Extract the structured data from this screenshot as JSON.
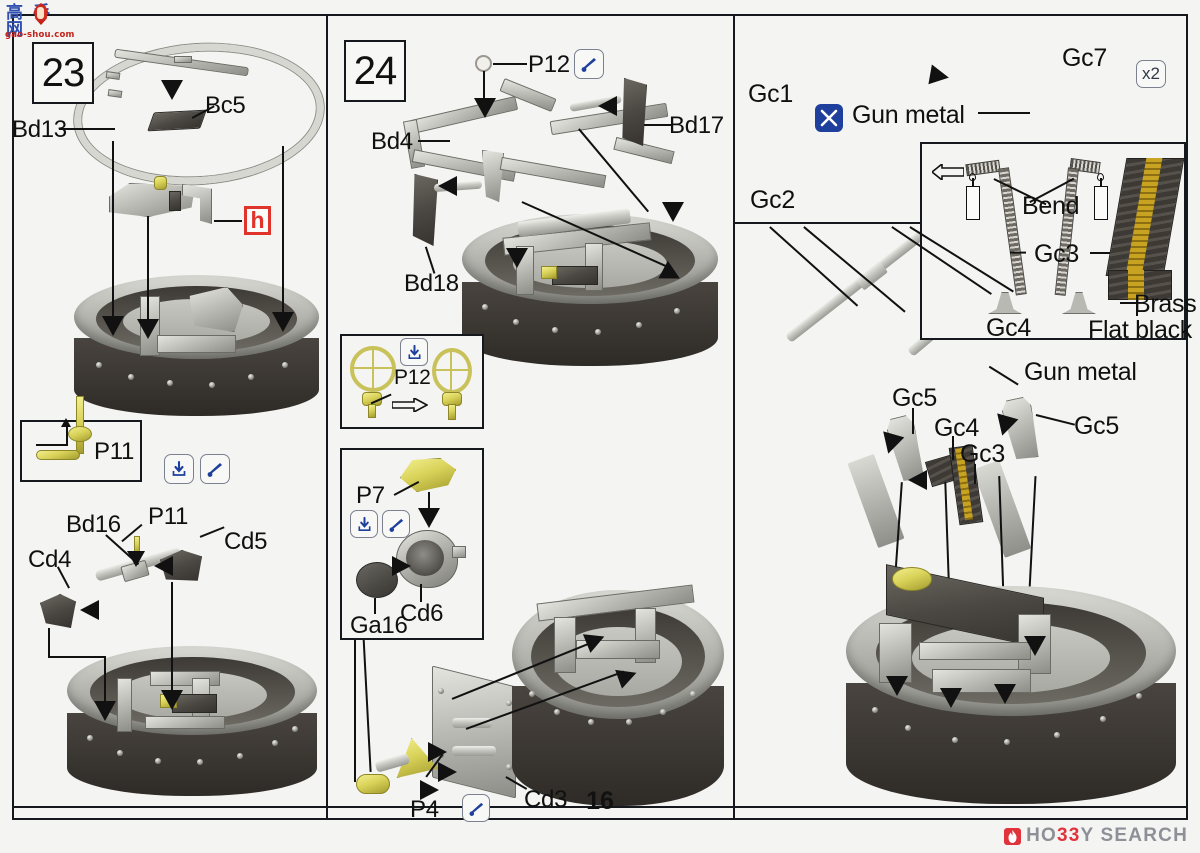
{
  "document": {
    "page_number": "16",
    "watermark": {
      "chars": "高手网",
      "url": "gao-shou.com",
      "icon": "thumb-hand-icon"
    },
    "publisher_logo": {
      "prefix": "HO",
      "mid": "33",
      "suffix": "Y SEARCH",
      "full": "HO33Y SEARCH",
      "icon": "flame-icon",
      "accent": "#e0333c"
    }
  },
  "steps": [
    {
      "id": "step-23",
      "number": "23"
    },
    {
      "id": "step-24",
      "number": "24"
    }
  ],
  "panel_left": {
    "step": "23",
    "parts": [
      {
        "name": "Bd13",
        "label": "Bd13"
      },
      {
        "name": "Bc5",
        "label": "Bc5"
      },
      {
        "name": "Cd4",
        "label": "Cd4"
      },
      {
        "name": "Bd16",
        "label": "Bd16"
      },
      {
        "name": "P11",
        "label": "P11"
      },
      {
        "name": "Cd5",
        "label": "Cd5"
      }
    ],
    "detail_box": {
      "part": "P11",
      "label": "P11",
      "note": "rotate-direction-inset"
    },
    "marker": {
      "letter": "h",
      "color": "#e0332c"
    },
    "icons": [
      {
        "name": "press-fit-icon",
        "glyph": "down-arrow-in-bracket"
      },
      {
        "name": "glue-icon",
        "glyph": "cement-applicator"
      }
    ]
  },
  "panel_middle": {
    "step": "24",
    "parts": [
      {
        "name": "P12",
        "label": "P12"
      },
      {
        "name": "Bd4",
        "label": "Bd4"
      },
      {
        "name": "Bd17",
        "label": "Bd17"
      },
      {
        "name": "Bd18",
        "label": "Bd18"
      },
      {
        "name": "P7",
        "label": "P7"
      },
      {
        "name": "Cd6",
        "label": "Cd6"
      },
      {
        "name": "Ga16",
        "label": "Ga16"
      },
      {
        "name": "Cd3",
        "label": "Cd3"
      },
      {
        "name": "P4",
        "label": "P4"
      }
    ],
    "subpanel_p12": {
      "label": "P12",
      "icon": "press-fit-icon",
      "action": "rotate-and-fit"
    },
    "subpanel_p7": {
      "labels": [
        "P7",
        "Cd6",
        "Ga16"
      ],
      "icons": [
        "press-fit-icon",
        "glue-icon"
      ]
    },
    "icons": [
      {
        "name": "glue-icon",
        "glyph": "cement-applicator"
      },
      {
        "name": "press-fit-icon",
        "glyph": "down-arrow-in-bracket"
      }
    ]
  },
  "panel_right": {
    "barrel_box": {
      "parts": [
        {
          "name": "Gc1",
          "label": "Gc1"
        },
        {
          "name": "Gc2",
          "label": "Gc2"
        },
        {
          "name": "Gc7",
          "label": "Gc7"
        }
      ],
      "paint": "Gun metal",
      "quantity_badge": "x2",
      "icons": [
        {
          "name": "cut-trim-icon",
          "glyph": "blue-cut-marker"
        }
      ]
    },
    "belt_box": {
      "parts": [
        {
          "name": "Gc3",
          "label": "Gc3"
        },
        {
          "name": "Gc4",
          "label": "Gc4"
        }
      ],
      "instruction": "Bend",
      "paints": [
        "Brass",
        "Flat black"
      ]
    },
    "assembly": {
      "parts": [
        {
          "name": "Gc5-left",
          "label": "Gc5"
        },
        {
          "name": "Gc4",
          "label": "Gc4"
        },
        {
          "name": "Gc3",
          "label": "Gc3"
        },
        {
          "name": "Gc5-right",
          "label": "Gc5"
        }
      ],
      "paint": "Gun metal"
    }
  }
}
